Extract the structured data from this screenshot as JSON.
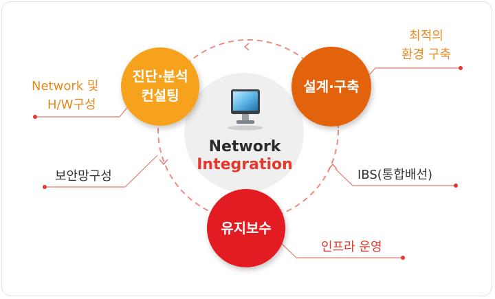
{
  "colors": {
    "orange": "#f6a21e",
    "dark_orange": "#e3640f",
    "red": "#e31e24",
    "gray_circle": "#efefef",
    "dashed_ring": "#f08a80",
    "leader_line": "#e57b72"
  },
  "center": {
    "line1": "Network",
    "line2": "Integration",
    "icon": "monitor-icon"
  },
  "nodes": {
    "diagnosis": {
      "line1": "진단·분석",
      "line2": "컨설팅"
    },
    "design": {
      "line1": "설계·구축"
    },
    "maintenance": {
      "line1": "유지보수"
    }
  },
  "labels": {
    "network_hw": {
      "line1": "Network 및",
      "line2": "H/W구성"
    },
    "optimal_env": {
      "line1": "최적의",
      "line2": "환경 구축"
    },
    "security_net": {
      "line1": "보안망구성"
    },
    "ibs": {
      "line1": "IBS(통합배선)"
    },
    "infra_ops": {
      "line1": "인프라 운영"
    }
  }
}
